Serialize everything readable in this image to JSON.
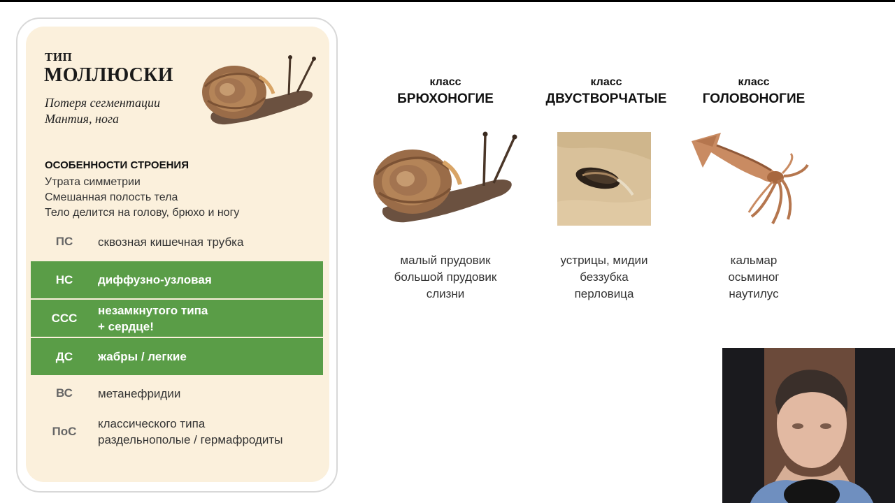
{
  "card": {
    "kicker": "ТИП",
    "title": "МОЛЛЮСКИ",
    "subtitle_line1": "Потеря сегментации",
    "subtitle_line2": "Мантия, нога",
    "features_heading": "ОСОБЕННОСТИ СТРОЕНИЯ",
    "features": [
      "Утрата симметрии",
      "Смешанная полость тела",
      "Тело делится на голову, брюхо и ногу"
    ],
    "systems": [
      {
        "abbr": "ПС",
        "desc_line1": "сквозная кишечная трубка",
        "desc_line2": "",
        "highlight": false
      },
      {
        "abbr": "НС",
        "desc_line1": "диффузно-узловая",
        "desc_line2": "",
        "highlight": true
      },
      {
        "abbr": "ССС",
        "desc_line1": "незамкнутого типа",
        "desc_line2": "+ сердце!",
        "highlight": true
      },
      {
        "abbr": "ДС",
        "desc_line1": "жабры / легкие",
        "desc_line2": "",
        "highlight": true
      },
      {
        "abbr": "ВС",
        "desc_line1": "метанефридии",
        "desc_line2": "",
        "highlight": false
      },
      {
        "abbr": "ПоС",
        "desc_line1": "классического типа",
        "desc_line2": "раздельнополые / гермафродиты",
        "highlight": false
      }
    ]
  },
  "classes": [
    {
      "kicker": "класс",
      "name": "БРЮХОНОГИЕ",
      "image": "snail-photo",
      "examples": [
        "малый прудовик",
        "большой прудовик",
        "слизни"
      ]
    },
    {
      "kicker": "класс",
      "name": "ДВУСТВОРЧАТЫЕ",
      "image": "mussel-photo",
      "examples": [
        "устрицы, мидии",
        "беззубка",
        "перловица"
      ]
    },
    {
      "kicker": "класс",
      "name": "ГОЛОВОНОГИЕ",
      "image": "squid-photo",
      "examples": [
        "кальмар",
        "осьминог",
        "наутилус"
      ]
    }
  ],
  "colors": {
    "card_bg": "#fbf0dc",
    "highlight_green": "#5a9d47"
  }
}
